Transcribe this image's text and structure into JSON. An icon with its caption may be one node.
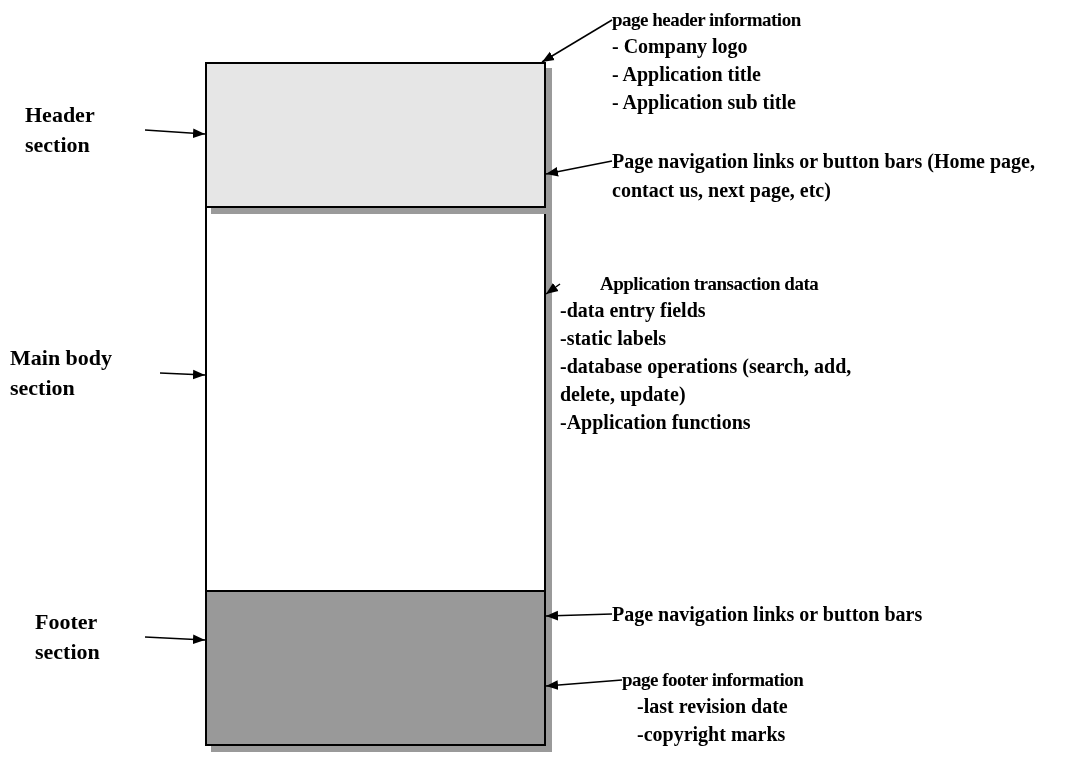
{
  "diagram": {
    "nodes": [
      {
        "text": [],
        "shape": "box"
      },
      {
        "text": [],
        "shape": "box"
      },
      {
        "text": [],
        "shape": "box"
      },
      {
        "text": [
          "Header section"
        ]
      },
      {
        "text": [
          "Main body section"
        ]
      },
      {
        "text": [
          "Footer section"
        ]
      },
      {
        "text": [
          "page header information",
          "- Company logo",
          "- Application title",
          "- Application sub title"
        ]
      },
      {
        "text": [
          "Page navigation links or button bars (Home page, contact us, next page, etc)"
        ]
      },
      {
        "text": [
          "Application transaction data",
          "-data entry fields",
          "-static labels",
          "-database operations (search, add, delete, update)",
          "-Application functions"
        ]
      },
      {
        "text": [
          "Page navigation links or button bars"
        ]
      },
      {
        "text": [
          "page footer information",
          "-last revision date",
          "-copyright marks"
        ]
      }
    ],
    "edges": [
      {
        "from": 3,
        "to": 0,
        "arrow": "to"
      },
      {
        "from": 4,
        "to": 1,
        "arrow": "to"
      },
      {
        "from": 5,
        "to": 2,
        "arrow": "to"
      },
      {
        "from": 6,
        "to": 0,
        "arrow": "to"
      },
      {
        "from": 7,
        "to": 0,
        "arrow": "to"
      },
      {
        "from": 8,
        "to": 1,
        "arrow": "to"
      },
      {
        "from": 9,
        "to": 2,
        "arrow": "to"
      },
      {
        "from": 10,
        "to": 2,
        "arrow": "to"
      }
    ]
  }
}
